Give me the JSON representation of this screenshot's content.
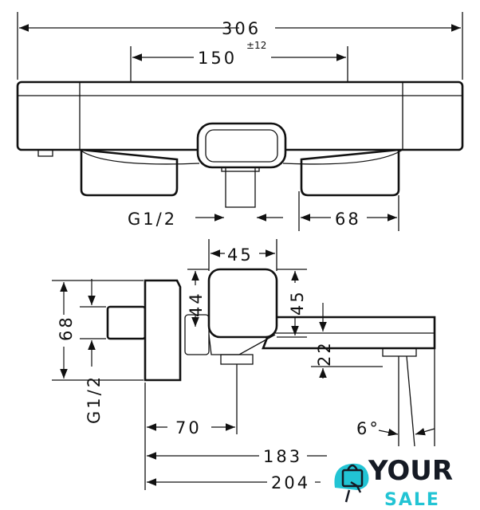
{
  "top_view": {
    "overall_width": "306",
    "center_distance": "150",
    "center_tolerance": "±12",
    "connection_thread": "G1/2",
    "handle_width": "68"
  },
  "side_view": {
    "box_width": "45",
    "box_offset": "44",
    "box_height": "45",
    "spout_drop": "22",
    "vertical_height": "68",
    "thread_label": "G1/2",
    "wall_to_outlet": "70",
    "spout_projection": "183",
    "overall_projection": "204",
    "angle": "6°"
  },
  "logo": {
    "line1": "YOUR",
    "line2": "SALE",
    "accent": "#22c4d4",
    "dark": "#151a24"
  }
}
